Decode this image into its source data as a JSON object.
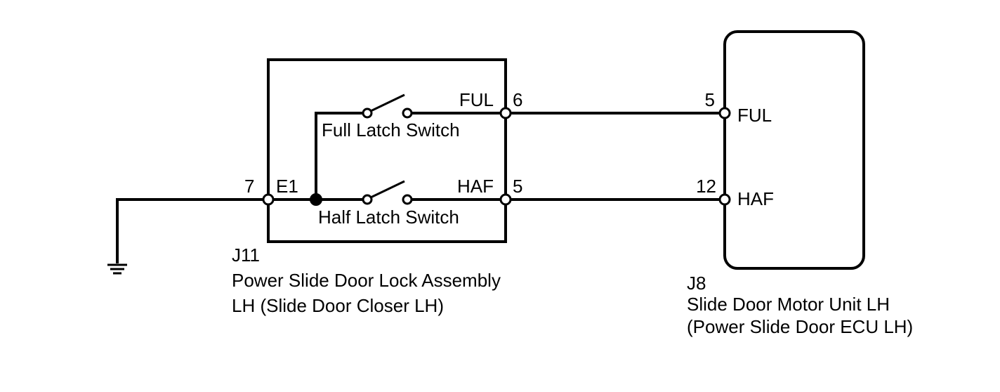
{
  "closer": {
    "connector": "J11",
    "name_line1": "Power Slide Door Lock Assembly",
    "name_line2": "LH (Slide Door Closer LH)",
    "pins": {
      "ful": {
        "name": "FUL",
        "number": "6"
      },
      "haf": {
        "name": "HAF",
        "number": "5"
      },
      "e1": {
        "name": "E1",
        "number": "7"
      }
    },
    "switches": {
      "full": "Full Latch Switch",
      "half": "Half Latch Switch"
    }
  },
  "ecu": {
    "connector": "J8",
    "name_line1": "Slide Door Motor Unit LH",
    "name_line2": "(Power Slide Door ECU LH)",
    "pins": {
      "ful": {
        "name": "FUL",
        "number": "5"
      },
      "haf": {
        "name": "HAF",
        "number": "12"
      }
    }
  },
  "ground_icon": "ground-symbol-icon"
}
